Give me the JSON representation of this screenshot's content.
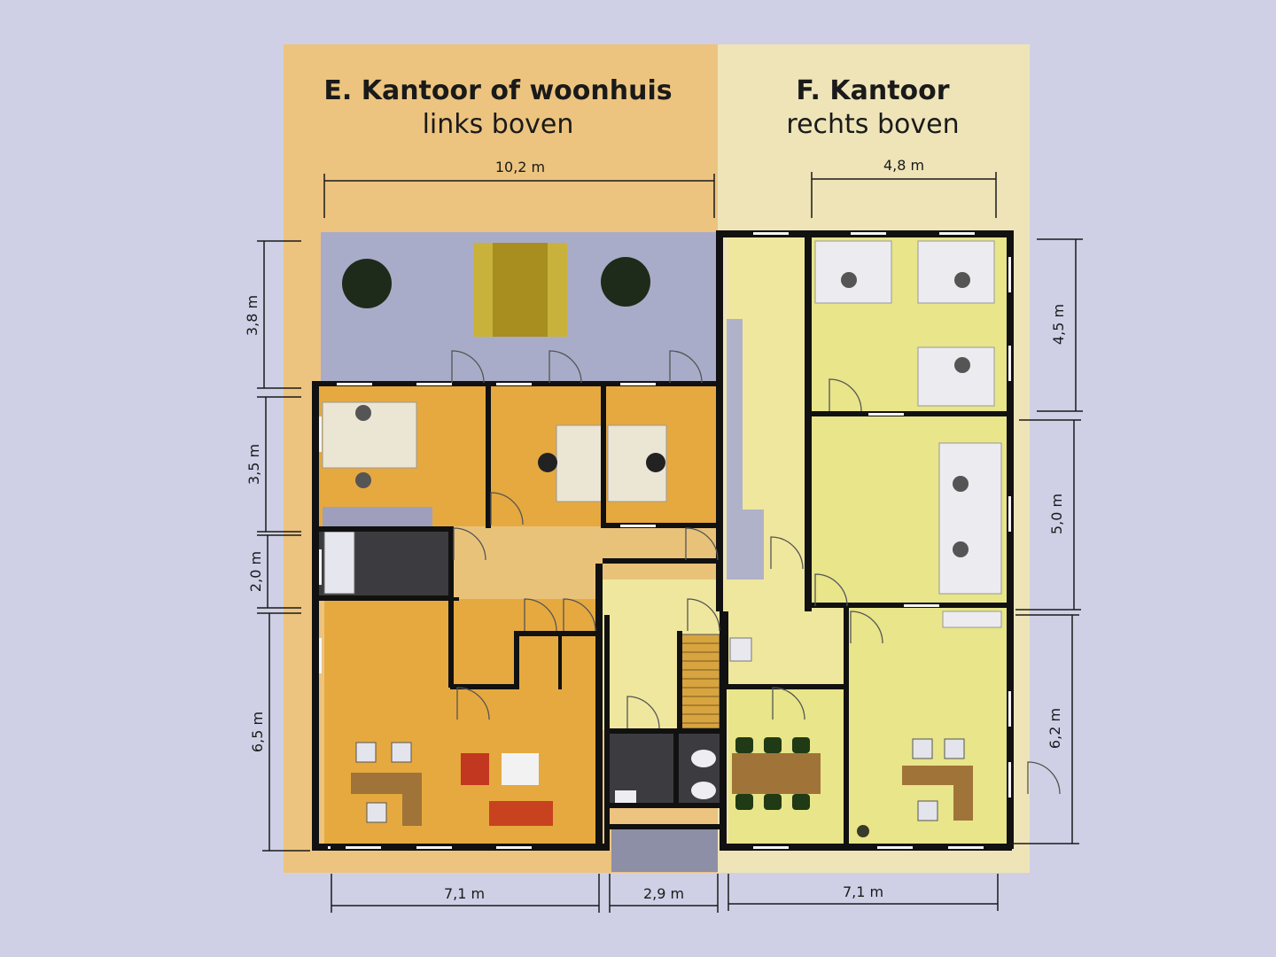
{
  "sections": {
    "left": {
      "title": "E. Kantoor of woonhuis",
      "subtitle": "links boven"
    },
    "right": {
      "title": "F. Kantoor",
      "subtitle": "rechts boven"
    }
  },
  "dimensions": {
    "top_left_width": "10,2 m",
    "top_right_width": "4,8 m",
    "left_h1": "3,8 m",
    "left_h2": "3,5 m",
    "left_h3": "2,0 m",
    "left_h4": "6,5 m",
    "right_h1": "4,5 m",
    "right_h2": "5,0 m",
    "right_h3": "6,2 m",
    "bottom_left_width": "7,1 m",
    "bottom_mid_width": "2,9 m",
    "bottom_right_width": "7,1 m"
  },
  "colors": {
    "background": "#cfd0e6",
    "left_panel": "#ecc47f",
    "right_panel": "#eee4b8",
    "office_orange": "#e6a93f",
    "office_yellow": "#e8e58a",
    "hall_yellow": "#efe79e",
    "terrace_gray": "#a9acc8",
    "dark_room": "#3c3c40",
    "wall": "#111111"
  }
}
